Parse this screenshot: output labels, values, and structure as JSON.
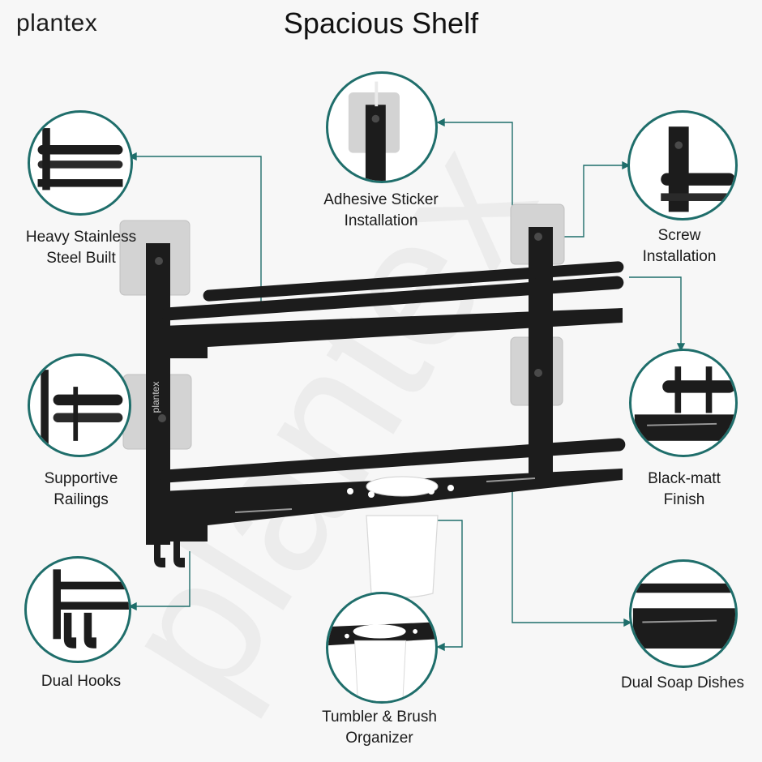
{
  "brand": {
    "name": "plantex"
  },
  "title": "Spacious Shelf",
  "product_mark": "plantex",
  "watermark": "plantex",
  "features": {
    "heavy_steel": [
      "Heavy Stainless",
      "Steel Built"
    ],
    "adhesive": [
      "Adhesive Sticker",
      "Installation"
    ],
    "screw": [
      "Screw",
      "Installation"
    ],
    "railings": [
      "Supportive",
      "Railings"
    ],
    "finish": [
      "Black-matt",
      "Finish"
    ],
    "hooks": [
      "Dual Hooks"
    ],
    "tumbler": [
      "Tumbler & Brush",
      "Organizer"
    ],
    "soap": [
      "Dual Soap Dishes"
    ]
  },
  "colors": {
    "accent": "#1f6e6b",
    "product": "#1c1c1c",
    "background": "#f7f7f7"
  }
}
